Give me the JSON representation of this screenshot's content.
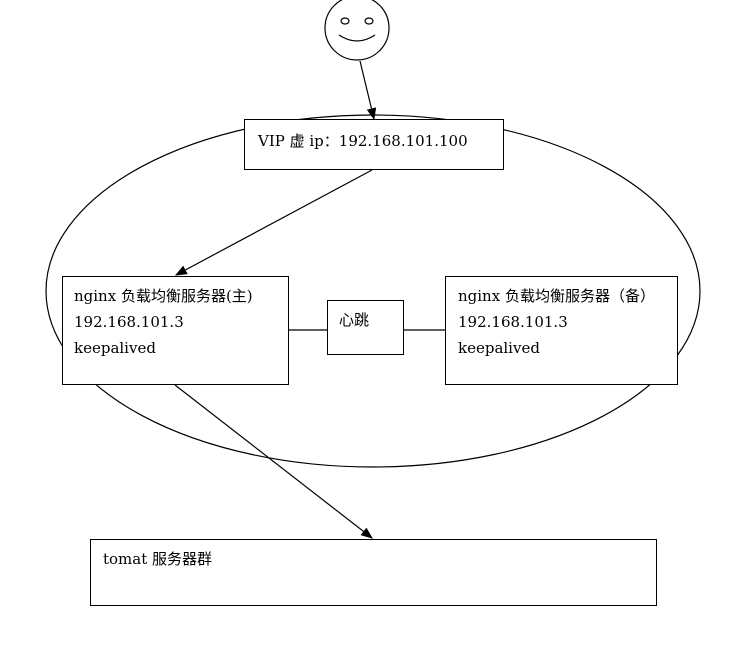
{
  "vip_box": {
    "label": "VIP 虚 ip：192.168.101.100"
  },
  "master_box": {
    "line1": "nginx 负载均衡服务器(主)",
    "line2": "192.168.101.3",
    "line3": "keepalived"
  },
  "backup_box": {
    "line1": "nginx 负载均衡服务器（备）",
    "line2": "192.168.101.3",
    "line3": "keepalived"
  },
  "heartbeat_box": {
    "label": "心跳"
  },
  "tomcat_box": {
    "label": "tomat 服务器群"
  }
}
